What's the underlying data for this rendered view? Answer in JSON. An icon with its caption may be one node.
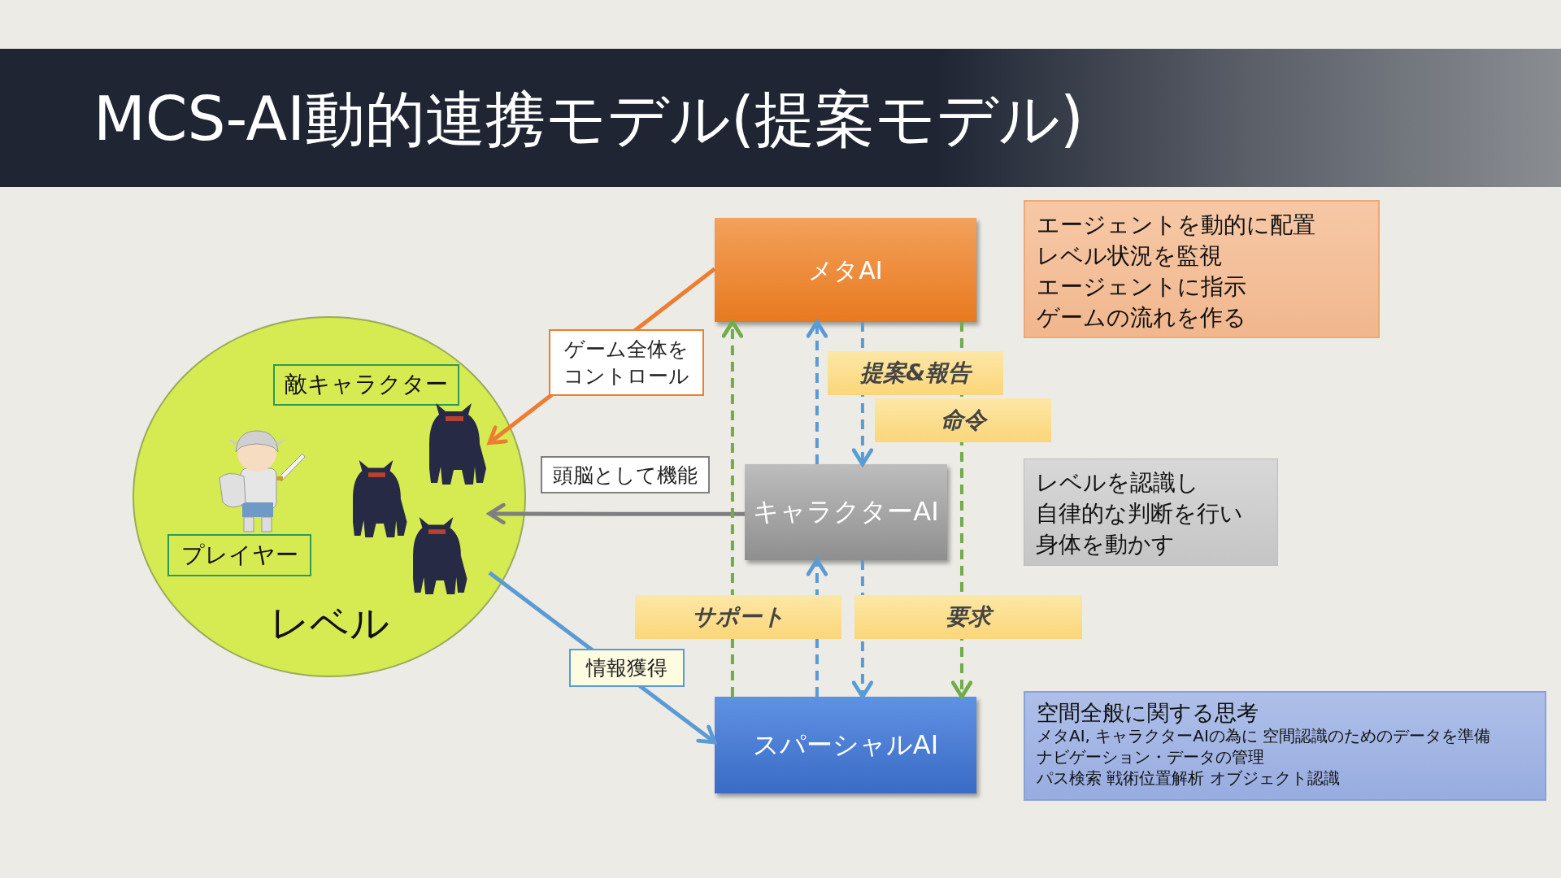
{
  "diagram": {
    "title": "MCS-AI動的連携モデル(提案モデル)",
    "nodes": [
      {
        "text": [
          "レベル"
        ]
      },
      {
        "text": [
          "敵キャラクター"
        ],
        "in": 0
      },
      {
        "text": [
          "プレイヤー"
        ],
        "in": 0
      },
      {
        "text": [],
        "shape": "picture",
        "in": 0
      },
      {
        "text": [],
        "shape": "picture",
        "in": 0
      },
      {
        "text": [
          "メタAI"
        ]
      },
      {
        "text": [
          "キャラクターAI"
        ]
      },
      {
        "text": [
          "スパーシャルAI"
        ]
      },
      {
        "text": [
          "エージェントを動的に配置",
          "レベル状況を監視",
          "エージェントに指示",
          "ゲームの流れを作る"
        ]
      },
      {
        "text": [
          "レベルを認識し",
          "自律的な判断を行い",
          "身体を動かす"
        ]
      },
      {
        "text": [
          "空間全般に関する思考",
          "メタAI, キャラクターAIの為に 空間認識のためのデータを準備",
          "ナビゲーション・データの管理",
          "パス検索 戦術位置解析 オブジェクト認識"
        ]
      }
    ],
    "edges": [
      {
        "from": 5,
        "to": 4,
        "arrow": "to",
        "label": "ゲーム全体をコントロール",
        "color": "#ed7d31"
      },
      {
        "from": 6,
        "to": 4,
        "arrow": "to",
        "label": "頭脳として機能",
        "color": "#7f7f7f"
      },
      {
        "from": 4,
        "to": 7,
        "arrow": "to",
        "label": "情報獲得"
      },
      {
        "from": 7,
        "to": 5,
        "arrow": "to",
        "style": "dashed",
        "color": "#70ad47"
      },
      {
        "from": 6,
        "to": 5,
        "arrow": "to",
        "style": "dashed"
      },
      {
        "from": 5,
        "to": 6,
        "arrow": "to",
        "style": "dashed"
      },
      {
        "from": 5,
        "to": 7,
        "arrow": "to",
        "style": "dashed",
        "color": "#70ad47"
      },
      {
        "from": 7,
        "to": 6,
        "arrow": "to",
        "style": "dashed"
      },
      {
        "from": 6,
        "to": 7,
        "arrow": "to",
        "style": "dashed"
      }
    ],
    "labels": [
      "提案&報告",
      "命令",
      "サポート",
      "要求"
    ]
  }
}
